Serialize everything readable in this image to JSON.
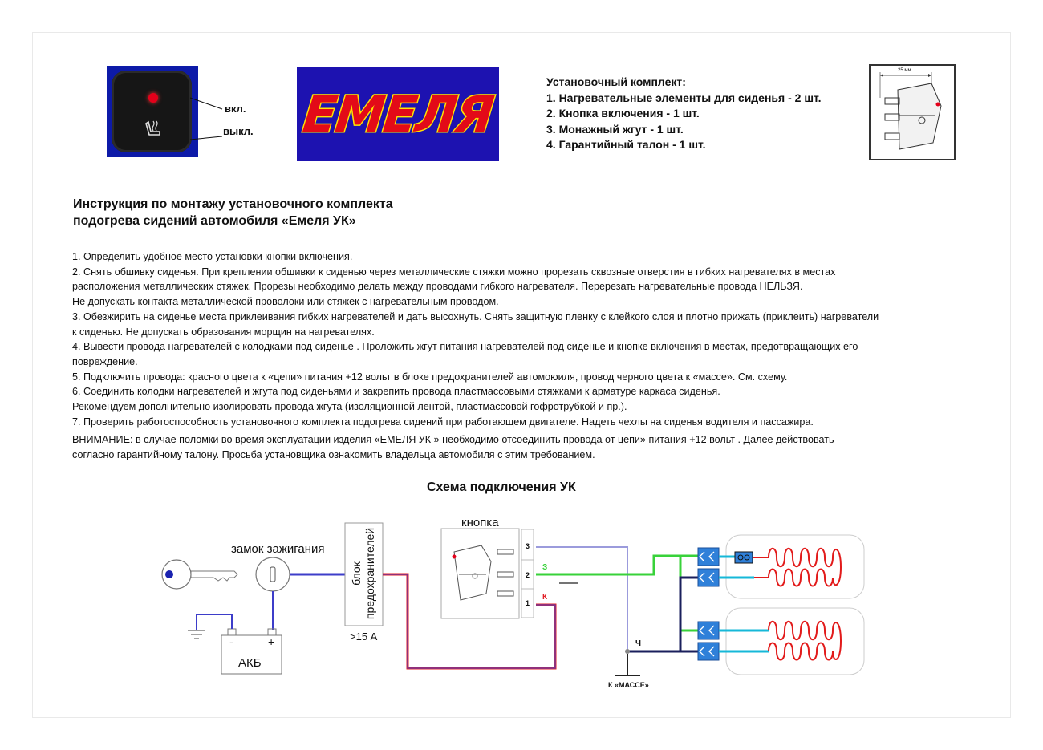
{
  "header": {
    "switch_on_label": "вкл.",
    "switch_off_label": "выкл.",
    "logo_text": "ЕМЕЛЯ",
    "dimension_label": "25 мм",
    "kit": {
      "heading": "Установочный комплект:",
      "items": [
        "1. Нагревательные элементы для сиденья - 2 шт.",
        "2. Кнопка включения - 1 шт.",
        "3. Монажный жгут - 1 шт.",
        "4. Гарантийный талон - 1 шт."
      ]
    }
  },
  "instructions": {
    "title_line1": "Инструкция по монтажу установочного комплекта",
    "title_line2": "подогрева сидений автомобиля «Емеля УК»",
    "lines": [
      "1.    Определить удобное место установки кнопки включения.",
      "2.    Снять обшивку сиденья.  При креплении обшивки к сиденью через металлические стяжки можно прорезать сквозные отверстия в гибких нагревателях  в местах",
      " расположения металлических стяжек. Прорезы необходимо делать между  проводами  гибкого нагревателя.  Перерезать нагревательные провода НЕЛЬЗЯ.",
      "Не допускать контакта металлической проволоки или стяжек с нагревательным проводом.",
      "3.    Обезжирить на сиденье места приклеивания гибких нагревателей и дать высохнуть. Снять защитную пленку с клейкого слоя и плотно прижать (приклеить) нагреватели",
      "к сиденью. Не допускать образования морщин на нагревателях.",
      "4.    Вывести провода нагревателей с колодками под сиденье . Проложить жгут питания нагревателей под сиденье  и кнопке включения в местах, предотвращающих его",
      " повреждение.",
      "5.    Подключить провода:  красного цвета  к «цепи» питания  +12 вольт   в блоке предохранителей автомоюиля, провод черного цвета к «массе». См. схему.",
      "6.    Соединить колодки нагревателей и жгута под сиденьями и закрепить провода пластмассовыми стяжками к арматуре каркаса сиденья.",
      "Рекомендуем дополнительно изолировать провода жгута (изоляционной лентой, пластмассовой гофротрубкой и пр.).",
      "7.    Проверить работоспособность установочного комплекта подогрева сидений при работающем двигателе. Надеть чехлы на сиденья водителя и пассажира."
    ],
    "warning_line1": "ВНИМАНИЕ:  в случае поломки во время эксплуатации изделия «ЕМЕЛЯ УК »    необходимо отсоединить провода  от   цепи» питания  +12 вольт . Далее действовать",
    "warning_line2": "согласно гарантийному талону. Просьба установщика ознакомить владельца автомобиля с этим требованием."
  },
  "scheme": {
    "title": "Схема подключения УК",
    "ignition_label": "замок зажигания",
    "fuse_block_line1": "блок",
    "fuse_block_line2": "предохранителей",
    "fuse_rating": ">15 А",
    "battery_label": "АКБ",
    "battery_minus": "-",
    "battery_plus": "+",
    "button_label": "кнопка",
    "pin3": "3",
    "pin2": "2",
    "pin1": "1",
    "wire_green_label": "З",
    "wire_red_label": "К",
    "wire_black_label": "Ч",
    "ground_label": "К «МАССЕ»",
    "colors": {
      "blue_wire": "#3d3dc9",
      "red_wire": "#e2222a",
      "green_wire": "#38d23a",
      "cyan_wire": "#16b8d8",
      "black_wire": "#1a1f5c",
      "connector": "#2f80d9",
      "heater_wire": "#e21a1a"
    }
  }
}
